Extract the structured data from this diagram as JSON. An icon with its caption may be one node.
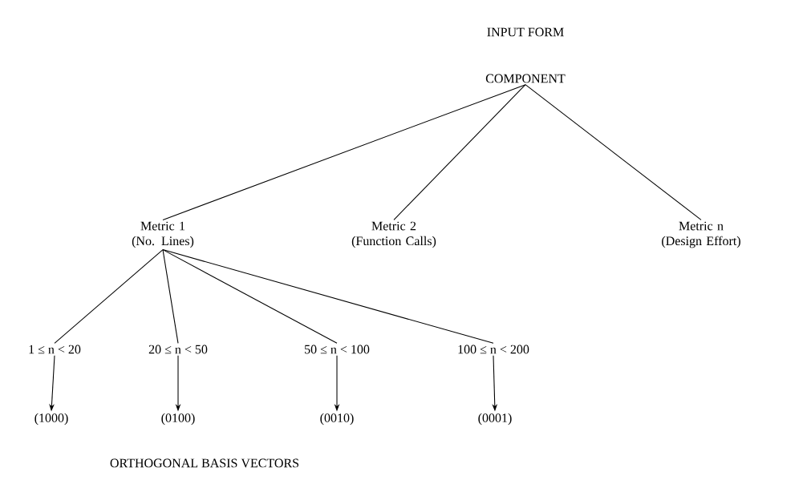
{
  "diagram": {
    "nodes": [
      {
        "text": [
          "COMPONENT"
        ]
      },
      {
        "text": [
          "Metric 1 (No. Lines)"
        ]
      },
      {
        "text": [
          "Metric 2 (Function Calls)"
        ]
      },
      {
        "text": [
          "Metric n (Design Effort)"
        ]
      },
      {
        "text": [
          "1 ≤ n < 20"
        ]
      },
      {
        "text": [
          "20 ≤ n < 50"
        ]
      },
      {
        "text": [
          "50 ≤ n < 100"
        ]
      },
      {
        "text": [
          "100 ≤ n < 200"
        ]
      },
      {
        "text": [
          "(1000)"
        ]
      },
      {
        "text": [
          "(0100)"
        ]
      },
      {
        "text": [
          "(0010)"
        ]
      },
      {
        "text": [
          "(0001)"
        ]
      }
    ],
    "edges": [
      {
        "from": 0,
        "to": 1,
        "arrow": "none"
      },
      {
        "from": 0,
        "to": 2,
        "arrow": "none"
      },
      {
        "from": 0,
        "to": 3,
        "arrow": "none"
      },
      {
        "from": 1,
        "to": 4,
        "arrow": "none"
      },
      {
        "from": 1,
        "to": 5,
        "arrow": "none"
      },
      {
        "from": 1,
        "to": 6,
        "arrow": "none"
      },
      {
        "from": 1,
        "to": 7,
        "arrow": "none"
      },
      {
        "from": 4,
        "to": 8,
        "arrow": "to"
      },
      {
        "from": 5,
        "to": 9,
        "arrow": "to"
      },
      {
        "from": 6,
        "to": 10,
        "arrow": "to"
      },
      {
        "from": 7,
        "to": 11,
        "arrow": "to"
      }
    ],
    "labels": [
      "INPUT FORM",
      "ORTHOGONAL BASIS VECTORS"
    ]
  }
}
